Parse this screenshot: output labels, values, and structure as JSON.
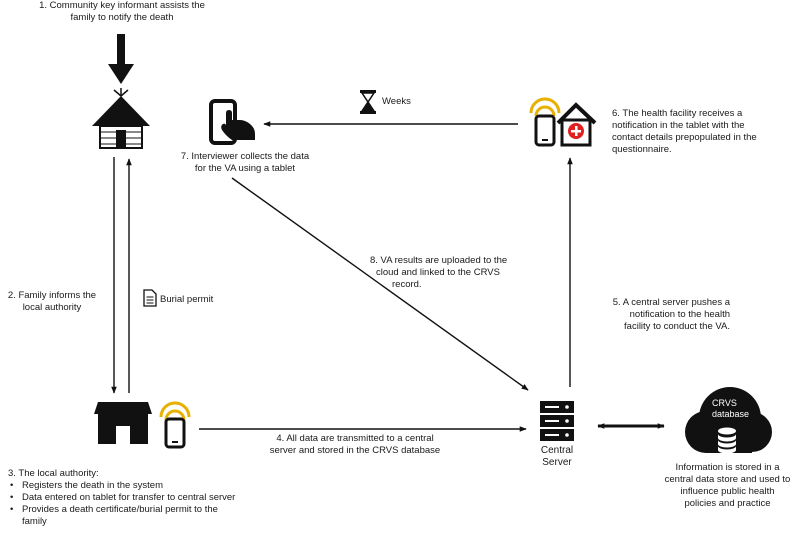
{
  "step1": {
    "line1": "1. Community key informant assists the",
    "line2": "family to notify the death"
  },
  "step2": {
    "line1": "2. Family informs the",
    "line2": "local authority"
  },
  "burial_permit": "Burial permit",
  "step3": {
    "title": "3. The local authority:",
    "bullets": [
      "Registers the death in the system",
      "Data entered on tablet for transfer to central server",
      "Provides a death certificate/burial permit to the",
      "family"
    ]
  },
  "step4": {
    "line1": "4. All data are transmitted to a central",
    "line2": "server and stored in the CRVS database"
  },
  "step5": {
    "line1": "5. A central server pushes a",
    "line2": "notification to the health",
    "line3": "facility to conduct the VA."
  },
  "step6": {
    "line1": "6. The health facility receives a",
    "line2": "notification in the tablet with the",
    "line3": "contact details prepopulated in the",
    "line4": "questionnaire."
  },
  "step7": {
    "line1": "7. Interviewer collects the data",
    "line2": "for the VA using a tablet"
  },
  "step8": {
    "line1": "8. VA results are uploaded to the",
    "line2": "cloud and linked to the CRVS",
    "line3": "record."
  },
  "weeks": "Weeks",
  "central_server": {
    "line1": "Central",
    "line2": "Server"
  },
  "crvs_database": {
    "line1": "CRVS",
    "line2": "database"
  },
  "info_store": {
    "line1": "Information is stored in a",
    "line2": "central data store and used to",
    "line3": "influence public health",
    "line4": "policies and practice"
  },
  "icons": [
    "down-arrow-icon",
    "hut-icon",
    "tablet-hand-icon",
    "hourglass-icon",
    "wifi-tablet-icon",
    "health-facility-icon",
    "document-icon",
    "local-authority-building-icon",
    "server-icon",
    "cloud-database-icon"
  ]
}
